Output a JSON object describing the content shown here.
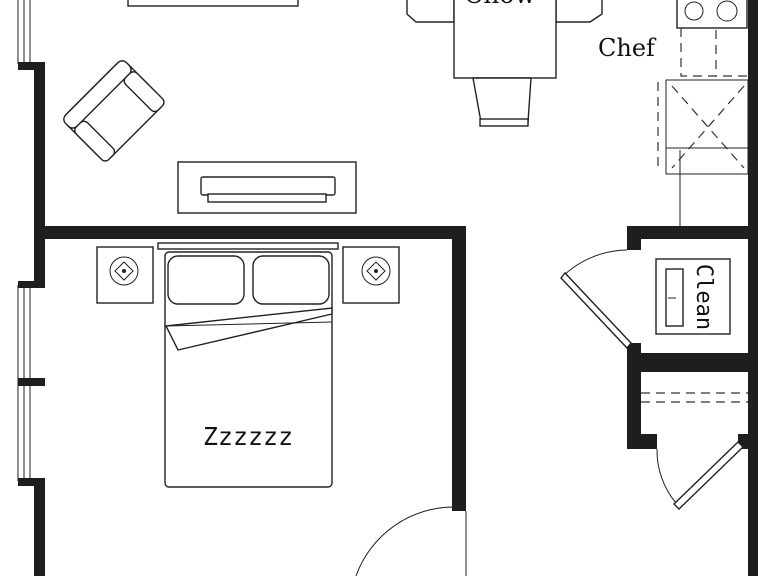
{
  "labels": {
    "dining": "Chow",
    "kitchen": "Chef",
    "bedroom": "Zzzzzz",
    "laundry": "Clean"
  },
  "colors": {
    "wall": "#1e1e1e",
    "line": "#222222",
    "background": "#ffffff"
  }
}
